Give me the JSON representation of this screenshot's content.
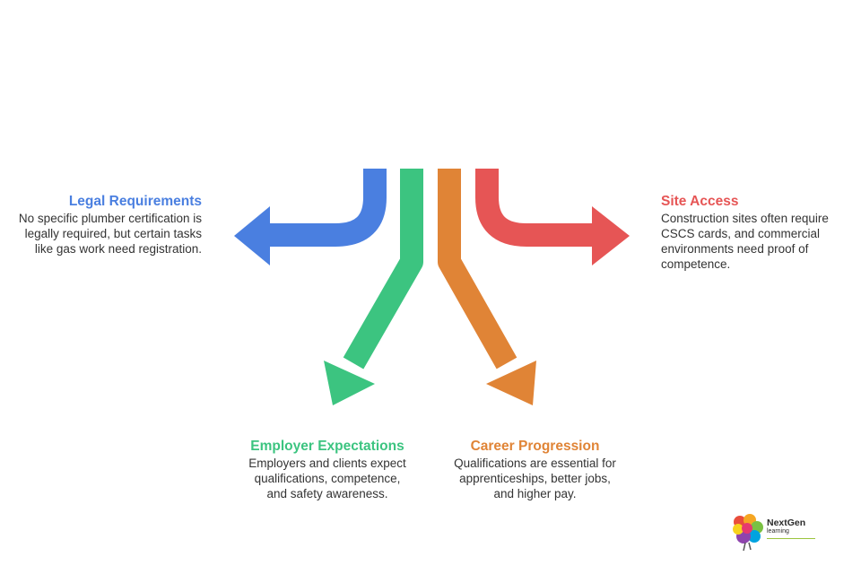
{
  "branches": [
    {
      "id": "legal",
      "title": "Legal Requirements",
      "description": "No specific plumber certification is legally required, but certain tasks like gas work need registration.",
      "color": "#4a7fe0"
    },
    {
      "id": "employer",
      "title": "Employer Expectations",
      "description": "Employers and clients expect qualifications, competence, and safety awareness.",
      "color": "#3cc480"
    },
    {
      "id": "career",
      "title": "Career Progression",
      "description": "Qualifications are essential for apprenticeships, better jobs, and higher pay.",
      "color": "#e08436"
    },
    {
      "id": "site",
      "title": "Site Access",
      "description": "Construction sites often require CSCS cards, and commercial environments need proof of competence.",
      "color": "#e65555"
    }
  ],
  "logo": {
    "name": "NextGen",
    "sub": "learning"
  }
}
